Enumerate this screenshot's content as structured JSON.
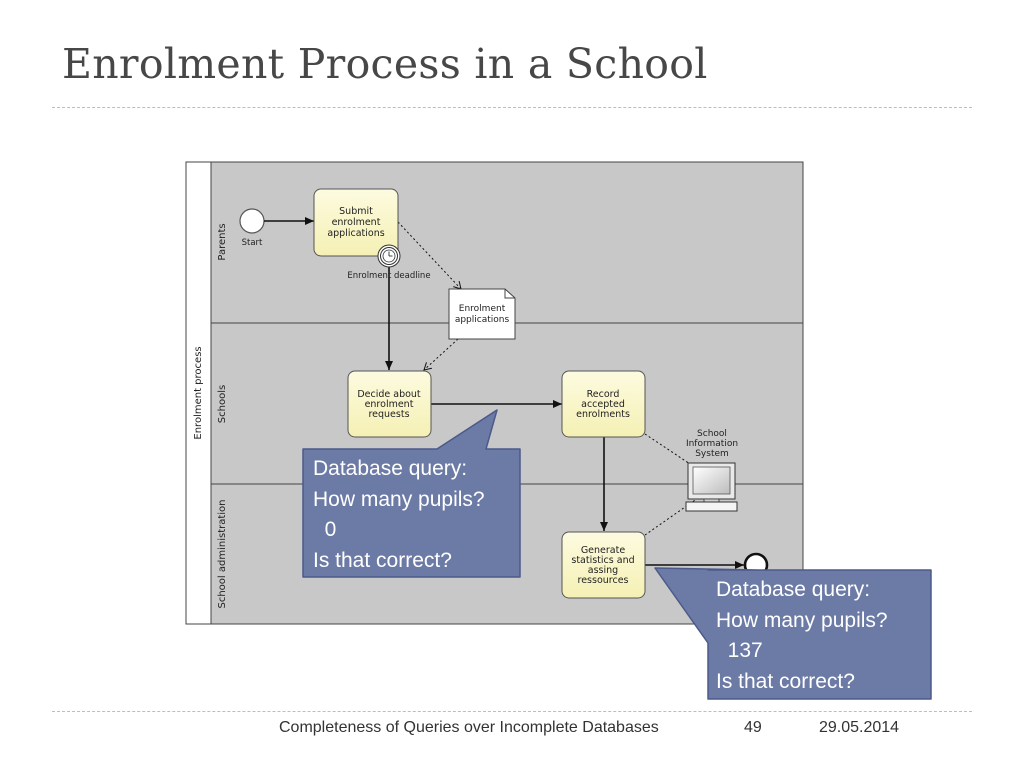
{
  "slide": {
    "title": "Enrolment Process in a School"
  },
  "diagram": {
    "pool_label": "Enrolment process",
    "lanes": [
      "Parents",
      "Schools",
      "School administration"
    ],
    "start_label": "Start",
    "tasks": {
      "submit": [
        "Submit",
        "enrolment",
        "applications"
      ],
      "decide": [
        "Decide about",
        "enrolment",
        "requests"
      ],
      "record": [
        "Record",
        "accepted",
        "enrolments"
      ],
      "generate": [
        "Generate",
        "statistics and",
        "assing",
        "ressources"
      ]
    },
    "timer_label": "Enrolment deadline",
    "document_label": [
      "Enrolment",
      "applications"
    ],
    "system_label": [
      "School",
      "Information",
      "System"
    ]
  },
  "callouts": [
    {
      "lines": [
        "Database query:",
        "How many pupils?",
        "  0",
        "Is that correct?"
      ]
    },
    {
      "lines": [
        "Database query:",
        "How many pupils?",
        "  137",
        "Is that correct?"
      ]
    }
  ],
  "colors": {
    "title": "#474747",
    "lane_fill": "#c8c8c8",
    "task_fill": "#fbf8c9",
    "callout_fill": "#6c7aa6",
    "callout_border": "#4b5a89",
    "rule": "#a9c3d6"
  },
  "footer": {
    "subject": "Completeness of Queries over Incomplete Databases",
    "page": "49",
    "date": "29.05.2014"
  }
}
